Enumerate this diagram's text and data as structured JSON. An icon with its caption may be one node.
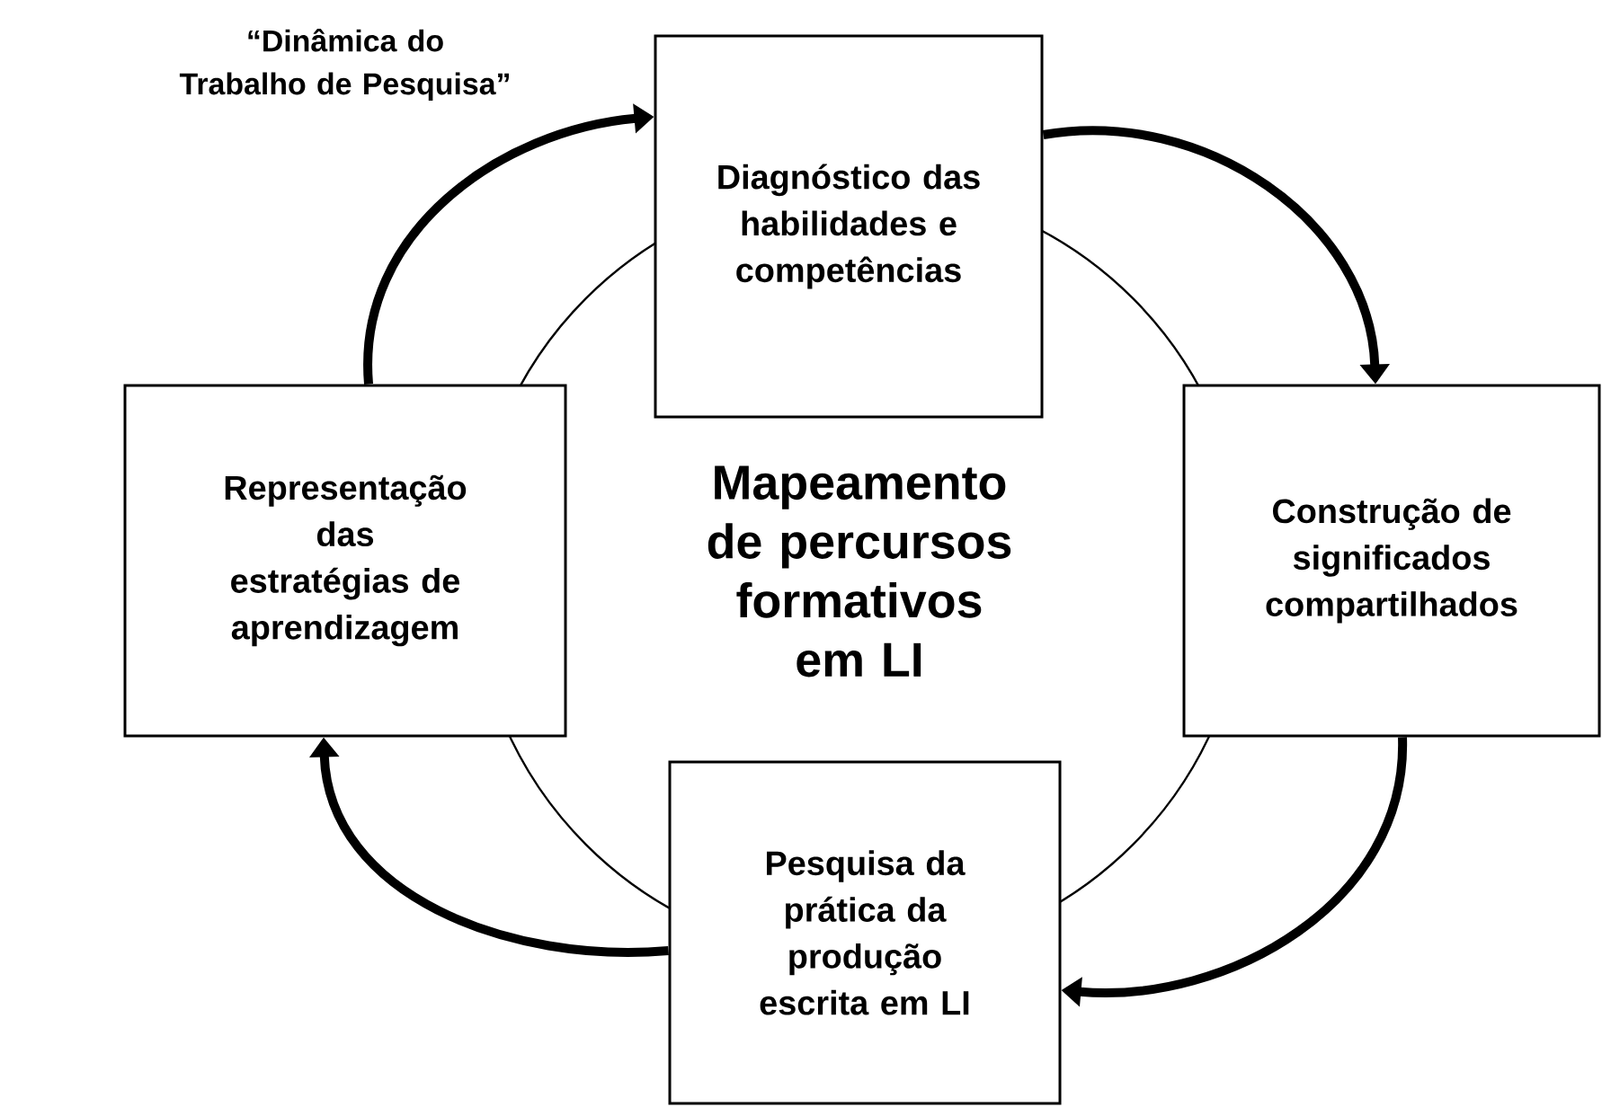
{
  "diagram": {
    "title": "“Dinâmica do Trabalho de Pesquisa”",
    "nodes": [
      {
        "text": [
          "Mapeamento de percursos formativos em LI"
        ]
      },
      {
        "text": [
          "Diagnóstico das habilidades e competências"
        ]
      },
      {
        "text": [
          "Construção de significados compartilhados"
        ]
      },
      {
        "text": [
          "Pesquisa da prática da produção escrita em LI"
        ]
      },
      {
        "text": [
          "Representação das estratégias de aprendizagem"
        ]
      }
    ],
    "edges": [
      {
        "from": 4,
        "to": 1,
        "arrow": "to"
      },
      {
        "from": 1,
        "to": 2,
        "arrow": "to"
      },
      {
        "from": 2,
        "to": 3,
        "arrow": "to"
      },
      {
        "from": 3,
        "to": 4,
        "arrow": "to"
      }
    ]
  }
}
